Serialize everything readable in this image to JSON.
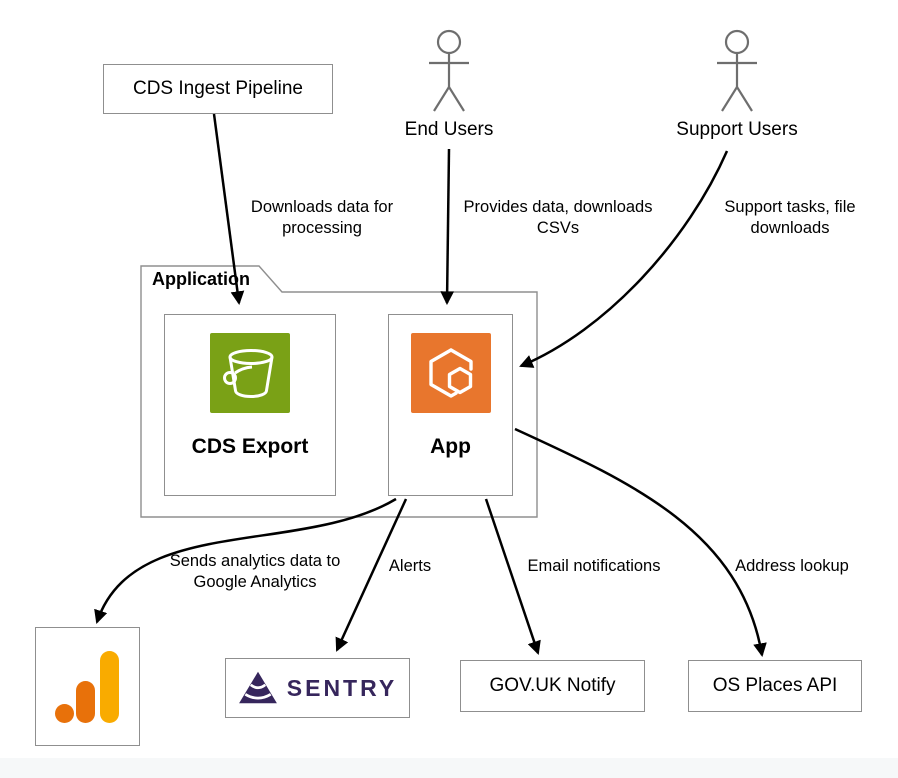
{
  "diagram": {
    "title_context": "Application architecture diagram",
    "nodes": {
      "cds_ingest_pipeline": {
        "label": "CDS Ingest Pipeline"
      },
      "end_users": {
        "label": "End Users",
        "icon": "person-actor-icon"
      },
      "support_users": {
        "label": "Support Users",
        "icon": "person-actor-icon"
      },
      "application": {
        "label": "Application",
        "shape": "folder-boundary"
      },
      "cds_export": {
        "label": "CDS Export",
        "icon": "aws-s3-bucket-icon"
      },
      "app": {
        "label": "App",
        "icon": "aws-ecs-icon"
      },
      "google_analytics": {
        "icon": "google-analytics-logo"
      },
      "sentry": {
        "label": "SENTRY",
        "icon": "sentry-logo-icon"
      },
      "govuk_notify": {
        "label": "GOV.UK Notify"
      },
      "os_places_api": {
        "label": "OS Places API"
      }
    },
    "edges": [
      {
        "from": "CDS Ingest Pipeline",
        "to": "CDS Export",
        "label": "Downloads data for\nprocessing"
      },
      {
        "from": "End Users",
        "to": "App",
        "label": "Provides data, downloads\nCSVs"
      },
      {
        "from": "Support Users",
        "to": "App",
        "label": "Support tasks, file\ndownloads"
      },
      {
        "from": "App",
        "to": "Google Analytics",
        "label": "Sends analytics data to\nGoogle Analytics"
      },
      {
        "from": "App",
        "to": "Sentry",
        "label": "Alerts"
      },
      {
        "from": "App",
        "to": "GOV.UK Notify",
        "label": "Email notifications"
      },
      {
        "from": "App",
        "to": "OS Places API",
        "label": "Address lookup"
      }
    ],
    "colors": {
      "s3_green": "#7aa116",
      "ecs_orange": "#e8762d",
      "sentry_purple": "#36265c",
      "ga_yellow": "#f9ab00",
      "ga_orange": "#e8710a",
      "box_border": "#8f8f8f",
      "arrow": "#000000"
    }
  }
}
